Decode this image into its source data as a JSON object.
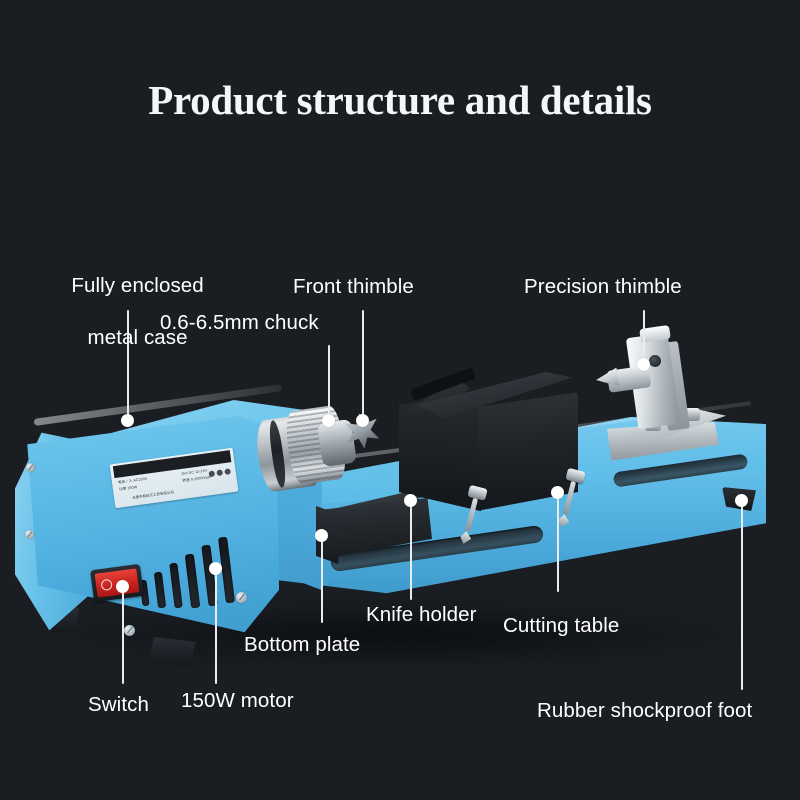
{
  "page": {
    "title": "Product structure and details",
    "background_color": "#1a1e23",
    "text_color": "#ffffff",
    "accent_color": "#5bb9e6"
  },
  "callouts": [
    {
      "id": "fully-enclosed-metal-case",
      "label_line1": "Fully enclosed",
      "label_line2": "metal case"
    },
    {
      "id": "chuck",
      "label": "0.6-6.5mm chuck"
    },
    {
      "id": "front-thimble",
      "label": "Front thimble"
    },
    {
      "id": "precision-thimble",
      "label": "Precision thimble"
    },
    {
      "id": "knife-holder",
      "label": "Knife holder"
    },
    {
      "id": "cutting-table",
      "label": "Cutting table"
    },
    {
      "id": "bottom-plate",
      "label": "Bottom plate"
    },
    {
      "id": "switch",
      "label": "Switch"
    },
    {
      "id": "motor",
      "label": "150W motor"
    },
    {
      "id": "rubber-shockproof-foot",
      "label": "Rubber shockproof foot"
    }
  ],
  "spec_sticker": {
    "input_label": "电压 / 入 AC230V",
    "output_label": "Out DC 12-24V",
    "power_label": "功率  150W",
    "speed_label": "转速  0-20000rpm",
    "maker_label": "永康市航纪元工贸有限公司"
  }
}
